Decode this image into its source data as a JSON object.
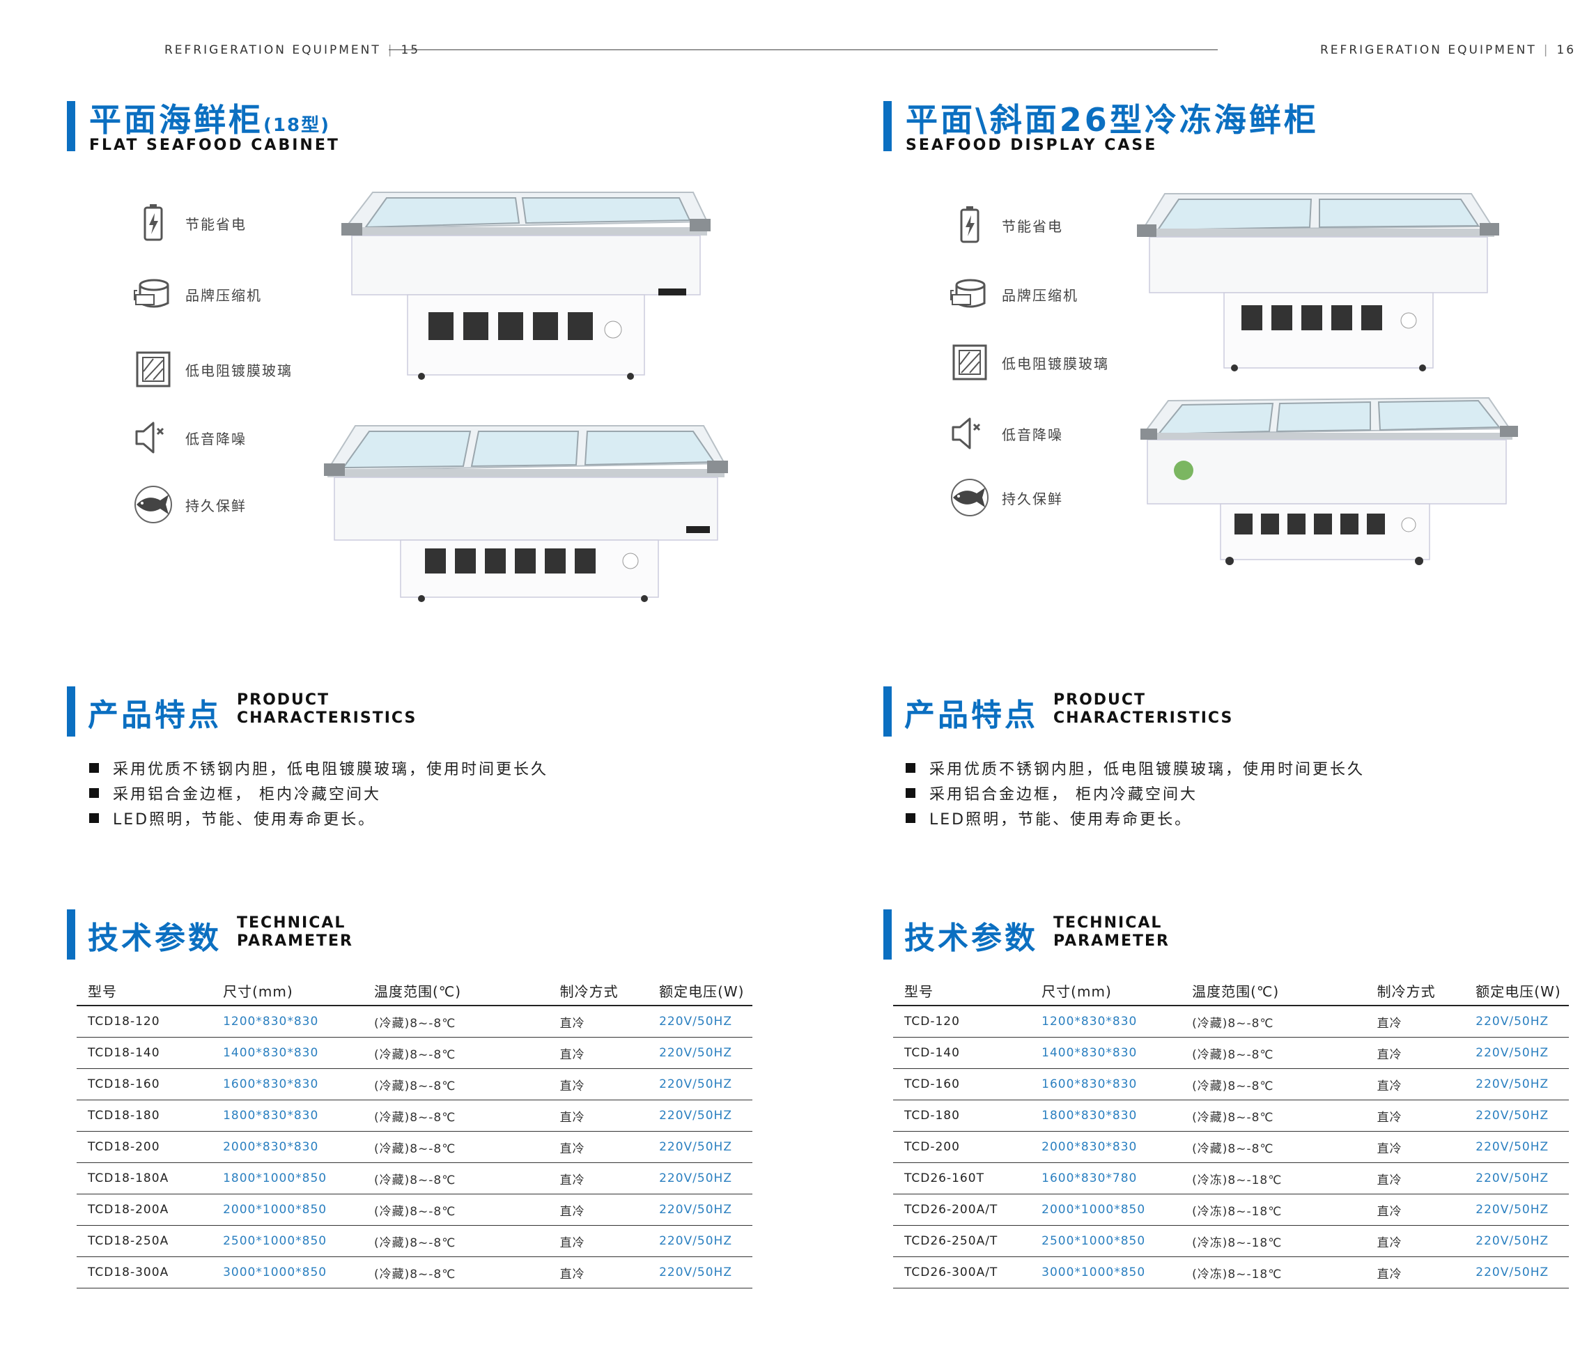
{
  "header": {
    "left": {
      "text": "REFRIGERATION EQUIPMENT",
      "page": "15"
    },
    "right": {
      "text": "REFRIGERATION EQUIPMENT",
      "page": "16"
    }
  },
  "left": {
    "title_cn": "平面海鲜柜",
    "title_suffix": "(18型)",
    "title_en": "FLAT SEAFOOD CABINET",
    "features": [
      "节能省电",
      "品牌压缩机",
      "低电阻镀膜玻璃",
      "低音降噪",
      "持久保鲜"
    ],
    "characteristics_cn": "产品特点",
    "characteristics_en": [
      "PRODUCT",
      "CHARACTERISTICS"
    ],
    "bullets": [
      "采用优质不锈钢内胆，低电阻镀膜玻璃，使用时间更长久",
      "采用铝合金边框， 柜内冷藏空间大",
      "LED照明，节能、使用寿命更长。"
    ],
    "params_cn": "技术参数",
    "params_en": [
      "TECHNICAL",
      "PARAMETER"
    ],
    "table": {
      "headers": [
        "型号",
        "尺寸(mm)",
        "温度范围(℃)",
        "制冷方式",
        "额定电压(W)"
      ],
      "rows": [
        [
          "TCD18-120",
          "1200*830*830",
          "(冷藏)8~-8℃",
          "直冷",
          "220V/50HZ"
        ],
        [
          "TCD18-140",
          "1400*830*830",
          "(冷藏)8~-8℃",
          "直冷",
          "220V/50HZ"
        ],
        [
          "TCD18-160",
          "1600*830*830",
          "(冷藏)8~-8℃",
          "直冷",
          "220V/50HZ"
        ],
        [
          "TCD18-180",
          "1800*830*830",
          "(冷藏)8~-8℃",
          "直冷",
          "220V/50HZ"
        ],
        [
          "TCD18-200",
          "2000*830*830",
          "(冷藏)8~-8℃",
          "直冷",
          "220V/50HZ"
        ],
        [
          "TCD18-180A",
          "1800*1000*850",
          "(冷藏)8~-8℃",
          "直冷",
          "220V/50HZ"
        ],
        [
          "TCD18-200A",
          "2000*1000*850",
          "(冷藏)8~-8℃",
          "直冷",
          "220V/50HZ"
        ],
        [
          "TCD18-250A",
          "2500*1000*850",
          "(冷藏)8~-8℃",
          "直冷",
          "220V/50HZ"
        ],
        [
          "TCD18-300A",
          "3000*1000*850",
          "(冷藏)8~-8℃",
          "直冷",
          "220V/50HZ"
        ]
      ]
    }
  },
  "right": {
    "title_cn": "平面\\斜面26型冷冻海鲜柜",
    "title_en": "SEAFOOD DISPLAY CASE",
    "features": [
      "节能省电",
      "品牌压缩机",
      "低电阻镀膜玻璃",
      "低音降噪",
      "持久保鲜"
    ],
    "characteristics_cn": "产品特点",
    "characteristics_en": [
      "PRODUCT",
      "CHARACTERISTICS"
    ],
    "bullets": [
      "采用优质不锈钢内胆，低电阻镀膜玻璃，使用时间更长久",
      "采用铝合金边框， 柜内冷藏空间大",
      "LED照明，节能、使用寿命更长。"
    ],
    "params_cn": "技术参数",
    "params_en": [
      "TECHNICAL",
      "PARAMETER"
    ],
    "table": {
      "headers": [
        "型号",
        "尺寸(mm)",
        "温度范围(℃)",
        "制冷方式",
        "额定电压(W)"
      ],
      "rows": [
        [
          "TCD-120",
          "1200*830*830",
          "(冷藏)8~-8℃",
          "直冷",
          "220V/50HZ"
        ],
        [
          "TCD-140",
          "1400*830*830",
          "(冷藏)8~-8℃",
          "直冷",
          "220V/50HZ"
        ],
        [
          "TCD-160",
          "1600*830*830",
          "(冷藏)8~-8℃",
          "直冷",
          "220V/50HZ"
        ],
        [
          "TCD-180",
          "1800*830*830",
          "(冷藏)8~-8℃",
          "直冷",
          "220V/50HZ"
        ],
        [
          "TCD-200",
          "2000*830*830",
          "(冷藏)8~-8℃",
          "直冷",
          "220V/50HZ"
        ],
        [
          "TCD26-160T",
          "1600*830*780",
          "(冷冻)8~-18℃",
          "直冷",
          "220V/50HZ"
        ],
        [
          "TCD26-200A/T",
          "2000*1000*850",
          "(冷冻)8~-18℃",
          "直冷",
          "220V/50HZ"
        ],
        [
          "TCD26-250A/T",
          "2500*1000*850",
          "(冷冻)8~-18℃",
          "直冷",
          "220V/50HZ"
        ],
        [
          "TCD26-300A/T",
          "3000*1000*850",
          "(冷冻)8~-18℃",
          "直冷",
          "220V/50HZ"
        ]
      ]
    }
  },
  "colors": {
    "accent": "#0b6fc1",
    "table_value": "#2a7fc0",
    "text": "#1a1a1a"
  },
  "icons": [
    "battery-bolt-icon",
    "compressor-icon",
    "glass-panel-icon",
    "speaker-mute-icon",
    "fish-icon"
  ]
}
